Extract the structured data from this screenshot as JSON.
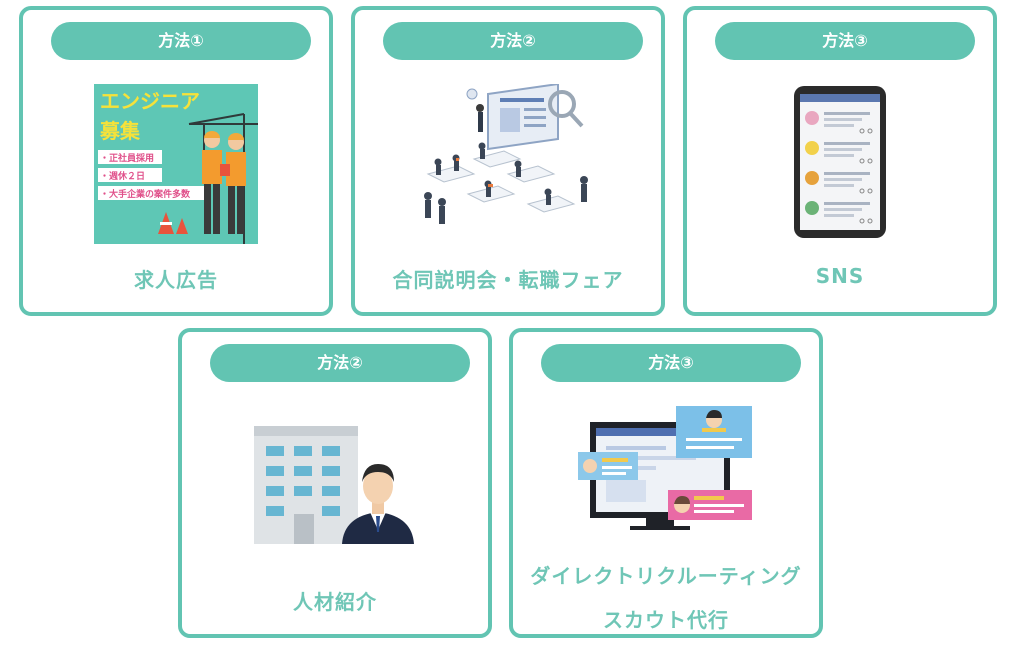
{
  "colors": {
    "accent": "#62c4b2",
    "label": "#6fc6b6",
    "pill_text": "#ffffff"
  },
  "cards": [
    {
      "method": "方法①",
      "title": "求人広告",
      "poster": {
        "heading_line1": "エンジニア",
        "heading_line2": "募集",
        "bullets": [
          "・正社員採用",
          "・週休２日",
          "・大手企業の案件多数"
        ]
      }
    },
    {
      "method": "方法②",
      "title": "合同説明会・転職フェア"
    },
    {
      "method": "方法③",
      "title": "SNS"
    },
    {
      "method": "方法②",
      "title": "人材紹介"
    },
    {
      "method": "方法③",
      "title_line1": "ダイレクトリクルーティング",
      "title_line2": "スカウト代行"
    }
  ]
}
